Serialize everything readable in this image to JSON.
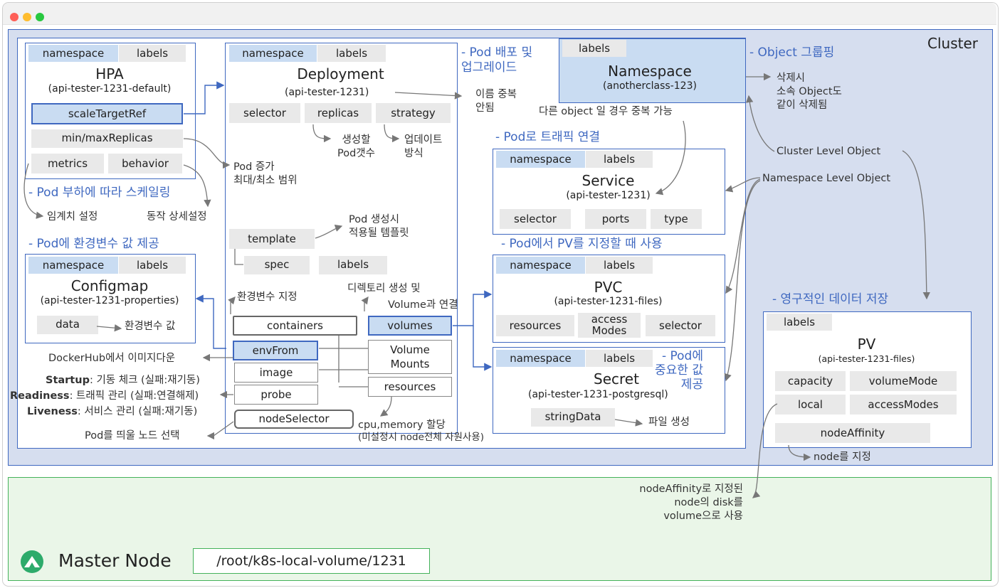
{
  "cluster_label": "Cluster",
  "hpa": {
    "chips": [
      "namespace",
      "labels"
    ],
    "title": "HPA",
    "sub": "(api-tester-1231-default)",
    "scale_target": "scaleTargetRef",
    "minmax": "min/maxReplicas",
    "metrics": "metrics",
    "behavior": "behavior"
  },
  "deploy": {
    "chips": [
      "namespace",
      "labels"
    ],
    "title": "Deployment",
    "sub": "(api-tester-1231)",
    "selector": "selector",
    "replicas": "replicas",
    "strategy": "strategy",
    "template": "template",
    "spec": "spec",
    "labels2": "labels",
    "containers": "containers",
    "volumes": "volumes",
    "envfrom": "envFrom",
    "image": "image",
    "probe": "probe",
    "volume_mounts": "Volume\nMounts",
    "resources": "resources",
    "node_selector": "nodeSelector"
  },
  "configmap": {
    "chips": [
      "namespace",
      "labels"
    ],
    "title": "Configmap",
    "sub": "(api-tester-1231-properties)",
    "data": "data"
  },
  "namespace_box": {
    "chip": "labels",
    "title": "Namespace",
    "sub": "(anotherclass-123)"
  },
  "service": {
    "chips": [
      "namespace",
      "labels"
    ],
    "title": "Service",
    "sub": "(api-tester-1231)",
    "selector": "selector",
    "ports": "ports",
    "type": "type"
  },
  "pvc": {
    "chips": [
      "namespace",
      "labels"
    ],
    "title": "PVC",
    "sub": "(api-tester-1231-files)",
    "resources": "resources",
    "access_modes": "access\nModes",
    "selector": "selector"
  },
  "secret": {
    "chips": [
      "namespace",
      "labels"
    ],
    "title": "Secret",
    "sub": "(api-tester-1231-postgresql)",
    "string_data": "stringData"
  },
  "pv": {
    "chip": "labels",
    "title": "PV",
    "sub": "(api-tester-1231-files)",
    "capacity": "capacity",
    "volume_mode": "volumeMode",
    "local": "local",
    "access_modes": "accessModes",
    "node_affinity": "nodeAffinity"
  },
  "headings": {
    "deploy": "- Pod 배포 및\n업그레이드",
    "object_group": "- Object 그룹핑",
    "hpa": "- Pod 부하에 따라 스케일링",
    "configmap": "- Pod에 환경변수 값 제공",
    "service": "- Pod로 트래픽 연결",
    "pvc": "- Pod에서 PV를 지정할 때 사용",
    "secret": "- Pod에\n중요한 값\n제공",
    "pv": "- 영구적인 데이터 저장"
  },
  "notes": {
    "delete": "삭제시\n소속 Object도\n같이 삭제됨",
    "cluster_level": "Cluster Level Object",
    "namespace_level": "Namespace Level Object",
    "name_dup": "이름 중복\n안됨",
    "diff_object": "다른 object 일 경우 중복 가능",
    "replica_count": "생성할\nPod갯수",
    "update_method": "업데이트\n방식",
    "pod_range": "Pod 증가\n최대/최소 범위",
    "threshold": "임계치 설정",
    "behavior_detail": "동작 상세설정",
    "template_note": "Pod 생성시\n적용될 템플릿",
    "env_set": "환경변수 지정",
    "dir_create": "디렉토리 생성 및",
    "vol_connect": "Volume과 연결",
    "env_value": "환경변수 값",
    "dockerhub": "DockerHub에서 이미지다운",
    "startup_key": "Startup",
    "startup_val": ": 기동 체크 (실패:재기동)",
    "readiness_key": "Readiness",
    "readiness_val": ": 트래픽 관리 (실패:연결해제)",
    "liveness_key": "Liveness",
    "liveness_val": ": 서비스 관리 (실패:재기동)",
    "node_select": "Pod를 띄울 노드 선택",
    "cpu_mem": "cpu,memory 할당",
    "cpu_mem2": "(미설정시 node전체 자원사용)",
    "file_create": "파일 생성",
    "node_assign": "node를 지정",
    "affinity_note": "nodeAffinity로 지정된\nnode의 disk를\nvolume으로 사용"
  },
  "master": {
    "label": "Master Node",
    "path": "/root/k8s-local-volume/1231"
  },
  "colors": {
    "accent": "#3f68c0",
    "cluster_bg": "#d6deef",
    "master_bg": "#eaf6e8",
    "chip_blue": "#c9dcf2"
  }
}
